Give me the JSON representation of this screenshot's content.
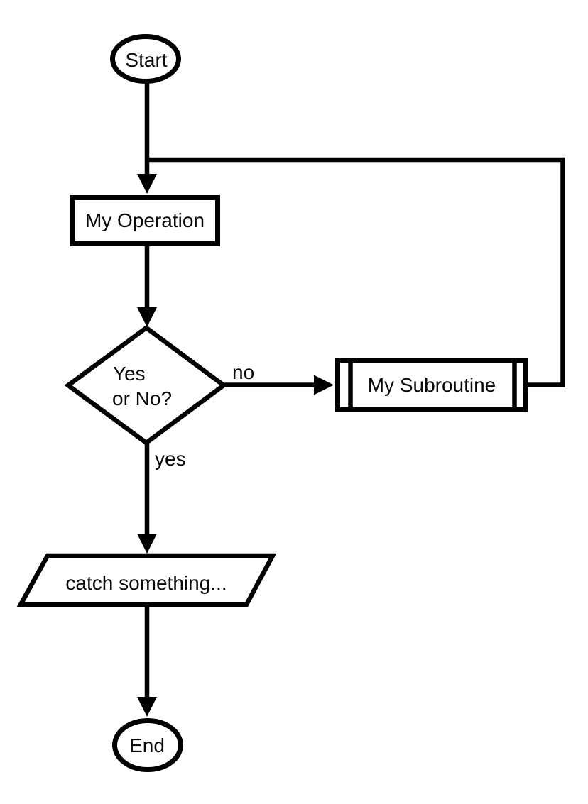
{
  "diagram": {
    "type": "flowchart",
    "colors": {
      "stroke": "#000000",
      "fill": "#ffffff",
      "text": "#0a0a0a",
      "background": "#ffffff"
    },
    "nodes": {
      "start": {
        "type": "terminator",
        "label": "Start"
      },
      "operation": {
        "type": "process",
        "label": "My Operation"
      },
      "decision": {
        "type": "decision",
        "label_line1": "Yes",
        "label_line2": "or No?"
      },
      "subroutine": {
        "type": "predefined-process",
        "label": "My Subroutine"
      },
      "output": {
        "type": "input-output",
        "label": "catch something..."
      },
      "end": {
        "type": "terminator",
        "label": "End"
      }
    },
    "edge_labels": {
      "no": "no",
      "yes": "yes"
    }
  }
}
